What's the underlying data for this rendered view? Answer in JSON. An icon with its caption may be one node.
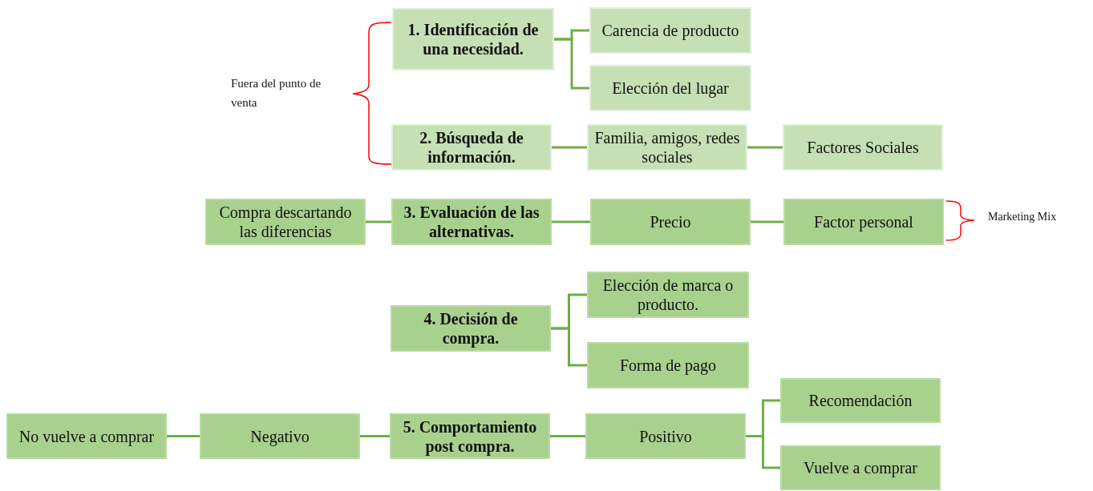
{
  "diagram": {
    "nodes": [
      {
        "text": [
          "1. Identificación de una necesidad."
        ]
      },
      {
        "text": [
          "Carencia de producto"
        ]
      },
      {
        "text": [
          "Elección del lugar"
        ]
      },
      {
        "text": [
          "2. Búsqueda de información."
        ]
      },
      {
        "text": [
          "Familia, amigos, redes sociales"
        ]
      },
      {
        "text": [
          "Factores Sociales"
        ]
      },
      {
        "text": [
          "Compra descartando las diferencias"
        ]
      },
      {
        "text": [
          "3. Evaluación de las alternativas."
        ]
      },
      {
        "text": [
          "Precio"
        ]
      },
      {
        "text": [
          "Factor personal"
        ]
      },
      {
        "text": [
          "Elección de marca o producto."
        ]
      },
      {
        "text": [
          "4. Decisión de compra."
        ]
      },
      {
        "text": [
          "Forma de pago"
        ]
      },
      {
        "text": [
          "No vuelve a comprar"
        ]
      },
      {
        "text": [
          "Negativo"
        ]
      },
      {
        "text": [
          "5. Comportamiento post compra."
        ]
      },
      {
        "text": [
          "Positivo"
        ]
      },
      {
        "text": [
          "Recomendación"
        ]
      },
      {
        "text": [
          "Vuelve a comprar"
        ]
      }
    ],
    "edges": [
      {
        "from": 0,
        "to": 1,
        "arrow": "none"
      },
      {
        "from": 0,
        "to": 2,
        "arrow": "none"
      },
      {
        "from": 3,
        "to": 4,
        "arrow": "none"
      },
      {
        "from": 4,
        "to": 5,
        "arrow": "none"
      },
      {
        "from": 7,
        "to": 6,
        "arrow": "none"
      },
      {
        "from": 7,
        "to": 8,
        "arrow": "none"
      },
      {
        "from": 8,
        "to": 9,
        "arrow": "none"
      },
      {
        "from": 11,
        "to": 10,
        "arrow": "none"
      },
      {
        "from": 11,
        "to": 12,
        "arrow": "none"
      },
      {
        "from": 15,
        "to": 14,
        "arrow": "none"
      },
      {
        "from": 14,
        "to": 13,
        "arrow": "none"
      },
      {
        "from": 15,
        "to": 16,
        "arrow": "none"
      },
      {
        "from": 16,
        "to": 17,
        "arrow": "none"
      },
      {
        "from": 16,
        "to": 18,
        "arrow": "none"
      }
    ],
    "labels": [
      "Fuera del punto de venta",
      "Marketing Mix"
    ]
  }
}
